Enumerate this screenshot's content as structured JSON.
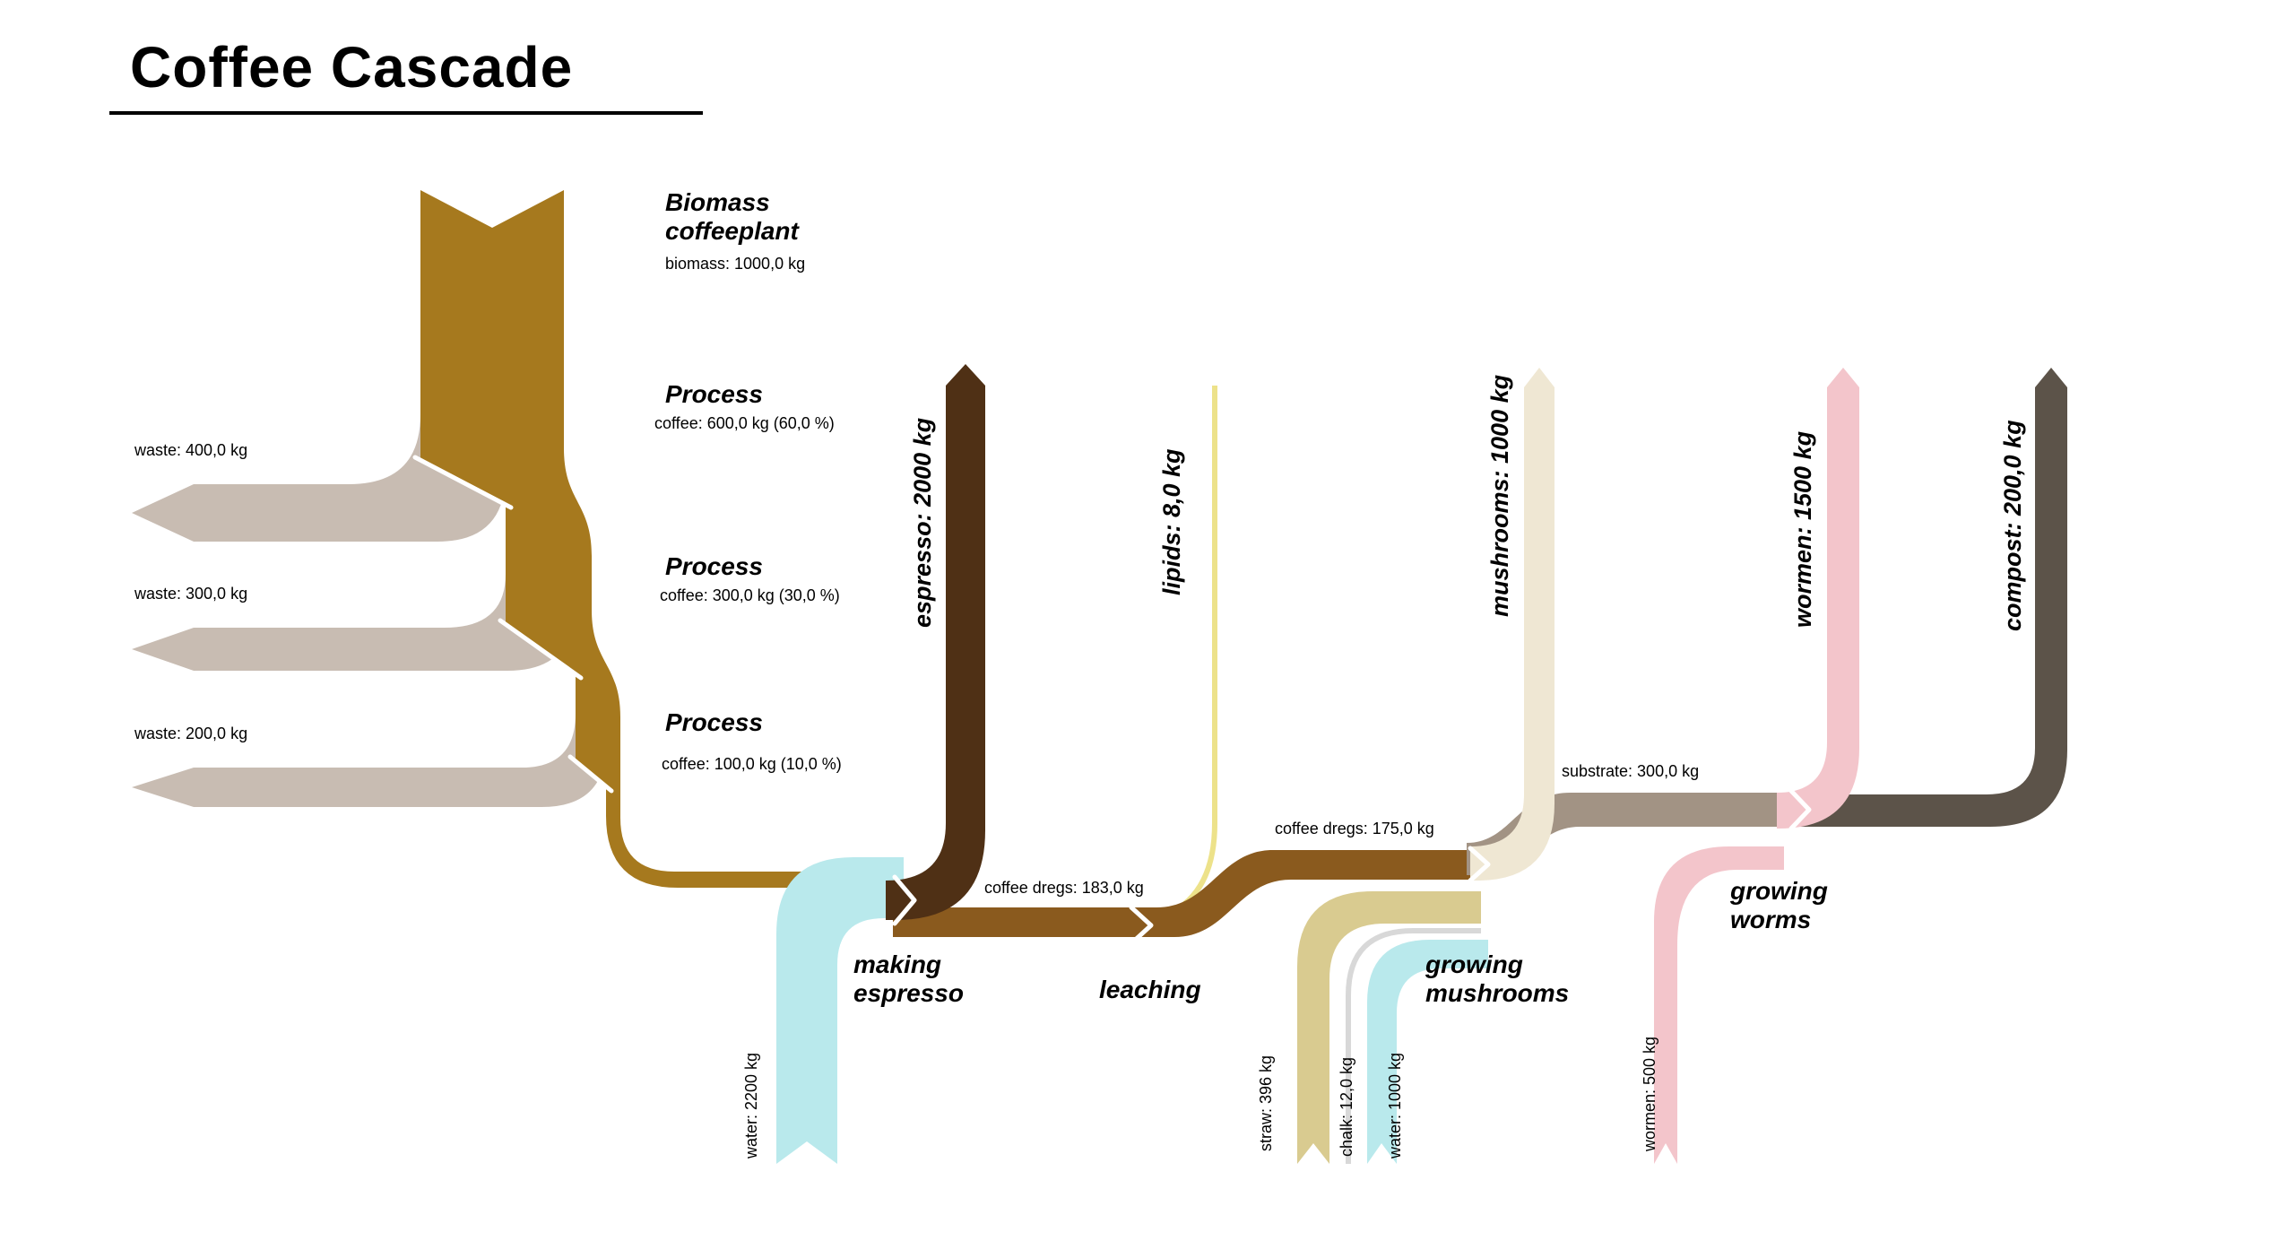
{
  "title": "Coffee Cascade",
  "chart_data": {
    "type": "sankey",
    "title": "Coffee Cascade",
    "unit": "kg",
    "legend": "none",
    "nodes": [
      {
        "id": "biomass-coffeeplant",
        "label": "Biomass\ncoffeeplant"
      },
      {
        "id": "process-1",
        "label": "Process"
      },
      {
        "id": "process-2",
        "label": "Process"
      },
      {
        "id": "process-3",
        "label": "Process"
      },
      {
        "id": "making-espresso",
        "label": "making\nespresso"
      },
      {
        "id": "leaching",
        "label": "leaching"
      },
      {
        "id": "growing-mushrooms",
        "label": "growing\nmushrooms"
      },
      {
        "id": "growing-worms",
        "label": "growing\nworms"
      }
    ],
    "flows": [
      {
        "label": "biomass: 1000,0 kg",
        "from": "biomass-coffeeplant",
        "to": "process-1",
        "value": 1000,
        "color": "coffee"
      },
      {
        "label": "coffee: 600,0 kg (60,0 %)",
        "from": "process-1",
        "to": "process-2",
        "value": 600,
        "percent": 60,
        "color": "coffee"
      },
      {
        "label": "waste: 400,0 kg",
        "from": "process-1",
        "to": "output",
        "value": 400,
        "color": "waste"
      },
      {
        "label": "coffee: 300,0 kg (30,0 %)",
        "from": "process-2",
        "to": "process-3",
        "value": 300,
        "percent": 30,
        "color": "coffee"
      },
      {
        "label": "waste: 300,0 kg",
        "from": "process-2",
        "to": "output",
        "value": 300,
        "color": "waste"
      },
      {
        "label": "coffee: 100,0 kg (10,0 %)",
        "from": "process-3",
        "to": "making-espresso",
        "value": 100,
        "percent": 10,
        "color": "coffee"
      },
      {
        "label": "waste: 200,0 kg",
        "from": "process-3",
        "to": "output",
        "value": 200,
        "color": "waste"
      },
      {
        "label": "water: 2200 kg",
        "from": "input",
        "to": "making-espresso",
        "value": 2200,
        "color": "water"
      },
      {
        "label": "espresso: 2000 kg",
        "from": "making-espresso",
        "to": "output",
        "value": 2000,
        "color": "espresso"
      },
      {
        "label": "coffee dregs: 183,0 kg",
        "from": "making-espresso",
        "to": "leaching",
        "value": 183,
        "color": "dregs"
      },
      {
        "label": "lipids: 8,0 kg",
        "from": "leaching",
        "to": "output",
        "value": 8,
        "color": "lipids"
      },
      {
        "label": "coffee dregs: 175,0 kg",
        "from": "leaching",
        "to": "growing-mushrooms",
        "value": 175,
        "color": "dregs"
      },
      {
        "label": "straw: 396 kg",
        "from": "input",
        "to": "growing-mushrooms",
        "value": 396,
        "color": "straw"
      },
      {
        "label": "chalk: 12,0 kg",
        "from": "input",
        "to": "growing-mushrooms",
        "value": 12,
        "color": "chalk"
      },
      {
        "label": "water: 1000 kg",
        "from": "input",
        "to": "growing-mushrooms",
        "value": 1000,
        "color": "water"
      },
      {
        "label": "mushrooms: 1000 kg",
        "from": "growing-mushrooms",
        "to": "output",
        "value": 1000,
        "color": "mushrooms"
      },
      {
        "label": "substrate: 300,0 kg",
        "from": "growing-mushrooms",
        "to": "growing-worms",
        "value": 300,
        "color": "substrate"
      },
      {
        "label": "wormen: 500 kg",
        "from": "input",
        "to": "growing-worms",
        "value": 500,
        "color": "wormen"
      },
      {
        "label": "wormen: 1500 kg",
        "from": "growing-worms",
        "to": "output",
        "value": 1500,
        "color": "wormen"
      },
      {
        "label": "compost: 200,0 kg",
        "from": "growing-worms",
        "to": "output",
        "value": 200,
        "color": "wormen-compost"
      }
    ],
    "colors": {
      "coffee": "#a6791e",
      "espresso": "#4f3015",
      "dregs": "#8a5a1e",
      "waste": "#c8bcb2",
      "water": "#b9e9ec",
      "lipids": "#ede28a",
      "straw": "#d9cb90",
      "chalk": "#d8d8d8",
      "mushrooms": "#efe7d3",
      "substrate": "#a29384",
      "wormen": "#f3c5cb",
      "compost": "#5c5349",
      "background": "#ffffff",
      "text": "#000000"
    }
  }
}
